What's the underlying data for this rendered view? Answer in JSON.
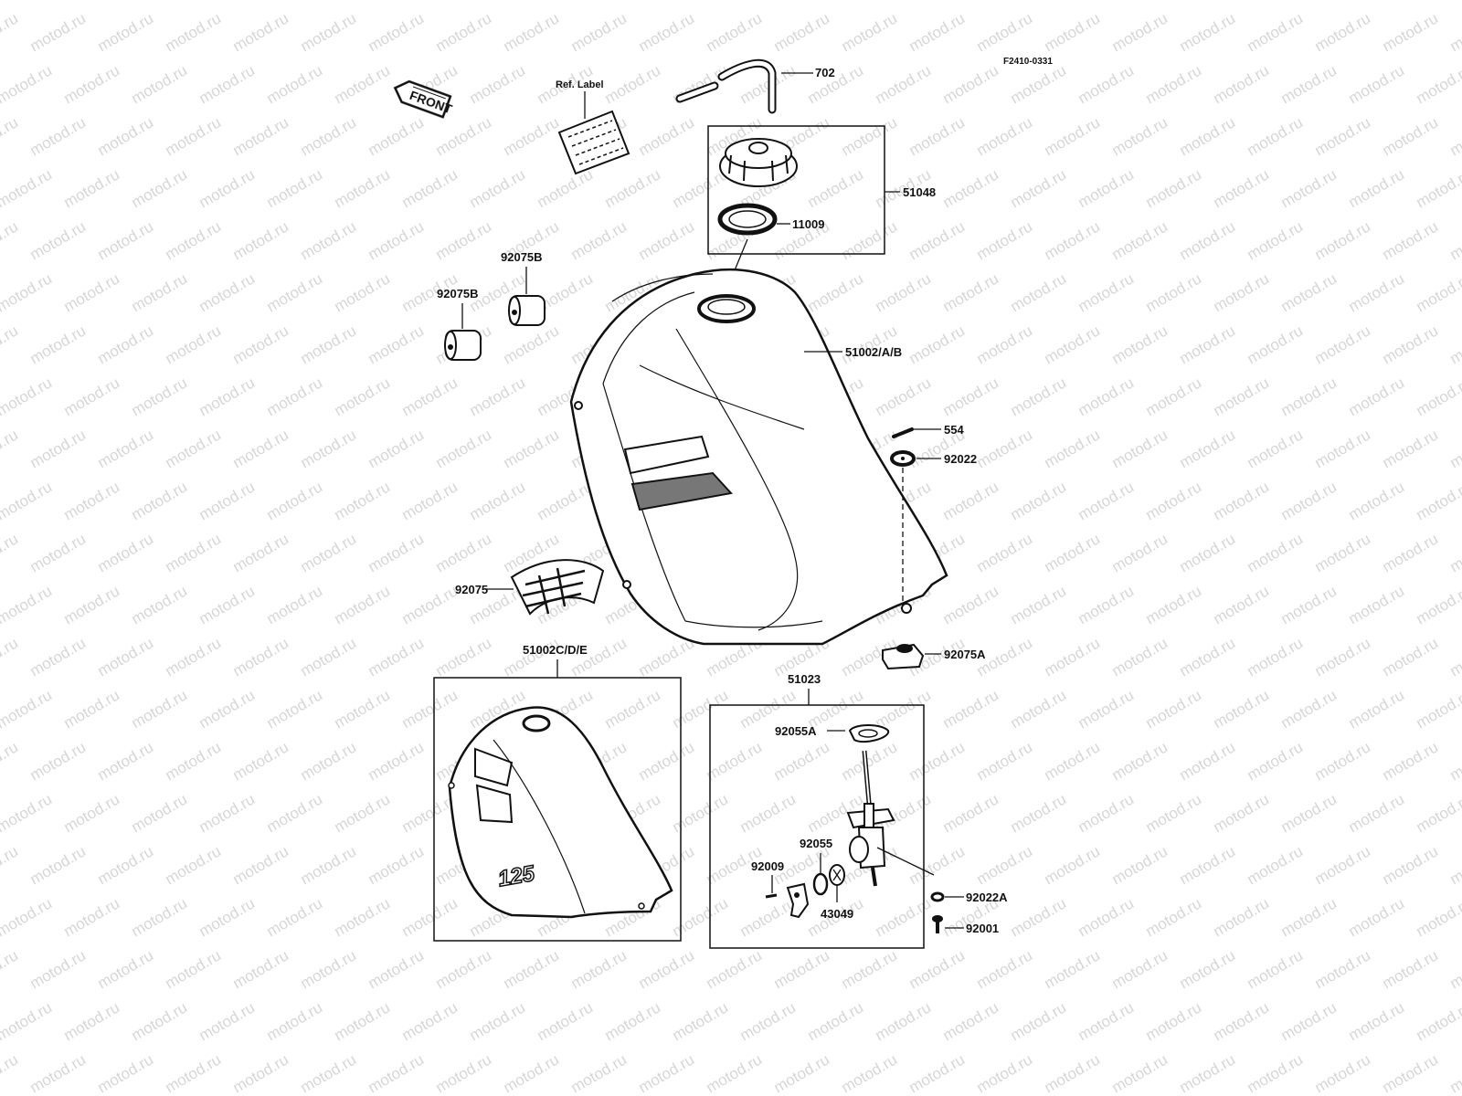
{
  "diagram": {
    "code": "F2410-0331",
    "watermark_text": "motod.ru",
    "front_arrow_text": "FRONT",
    "ref_label": "Ref. Label",
    "labels": {
      "p702": "702",
      "p51048": "51048",
      "p11009": "11009",
      "p92075B_a": "92075B",
      "p92075B_b": "92075B",
      "p51002AB": "51002/A/B",
      "p554": "554",
      "p92022": "92022",
      "p92075": "92075",
      "p92075A": "92075A",
      "p51002CDE": "51002C/D/E",
      "p51023": "51023",
      "p92055A": "92055A",
      "p92055": "92055",
      "p92009": "92009",
      "p43049": "43049",
      "p92022A": "92022A",
      "p92001": "92001"
    },
    "decal_text": "125"
  }
}
